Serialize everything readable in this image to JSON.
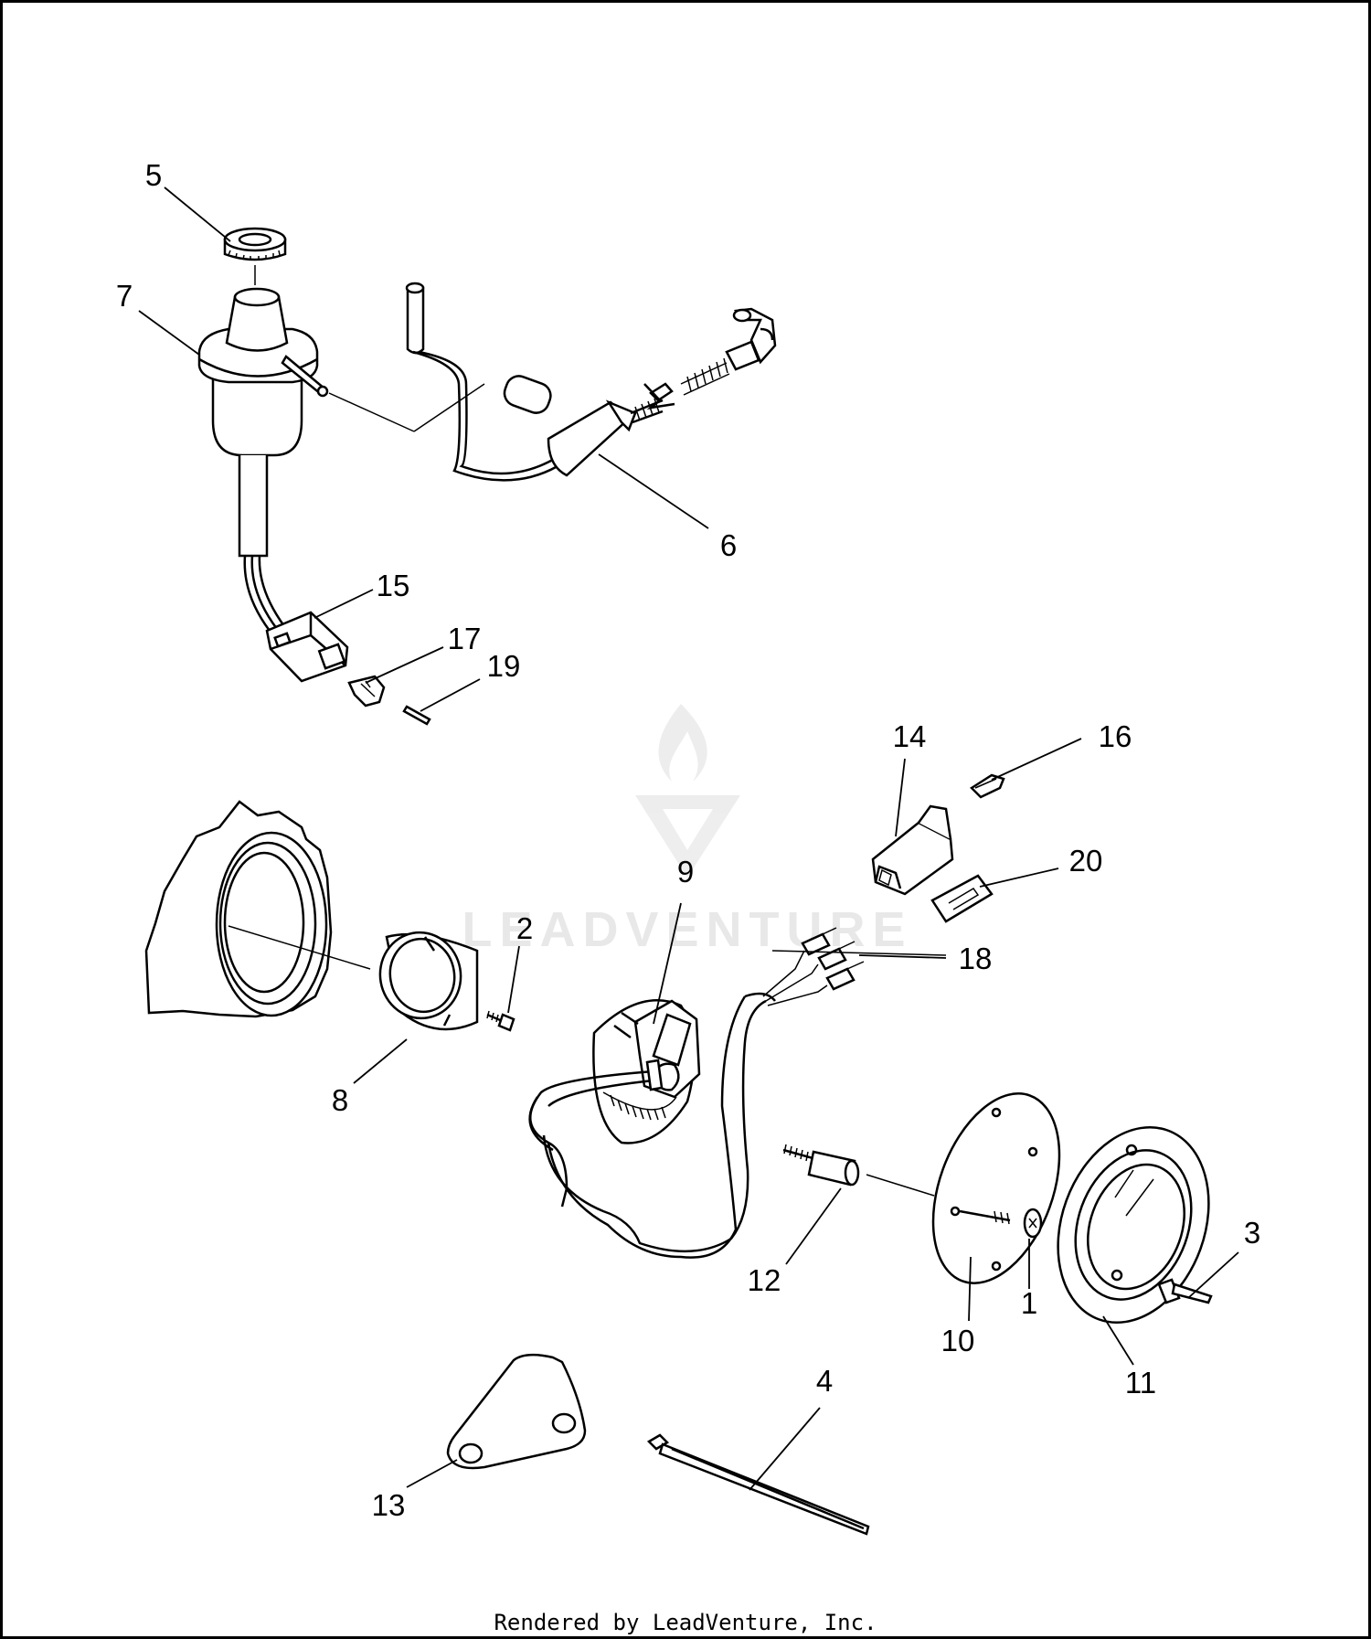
{
  "diagram": {
    "watermark": "LEADVENTURE",
    "footer": "Rendered by LeadVenture, Inc.",
    "callouts": [
      {
        "id": "1",
        "label": "1"
      },
      {
        "id": "2",
        "label": "2"
      },
      {
        "id": "3",
        "label": "3"
      },
      {
        "id": "4",
        "label": "4"
      },
      {
        "id": "5",
        "label": "5"
      },
      {
        "id": "6",
        "label": "6"
      },
      {
        "id": "7",
        "label": "7"
      },
      {
        "id": "8",
        "label": "8"
      },
      {
        "id": "9",
        "label": "9"
      },
      {
        "id": "10",
        "label": "10"
      },
      {
        "id": "11",
        "label": "11"
      },
      {
        "id": "12",
        "label": "12"
      },
      {
        "id": "13",
        "label": "13"
      },
      {
        "id": "14",
        "label": "14"
      },
      {
        "id": "15",
        "label": "15"
      },
      {
        "id": "16",
        "label": "16"
      },
      {
        "id": "17",
        "label": "17"
      },
      {
        "id": "18",
        "label": "18"
      },
      {
        "id": "19",
        "label": "19"
      },
      {
        "id": "20",
        "label": "20"
      }
    ]
  }
}
